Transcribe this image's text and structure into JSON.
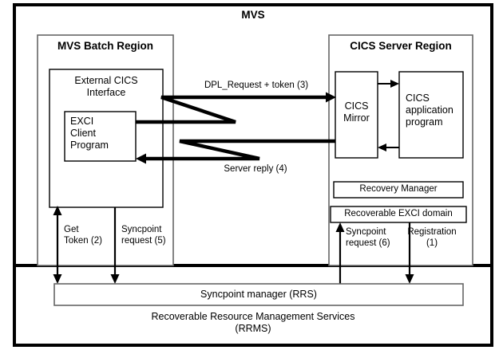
{
  "diagram": {
    "title": "MVS",
    "regions": {
      "batch": {
        "title": "MVS Batch Region",
        "interface_box": "External CICS\nInterface",
        "client_box": "EXCI\nClient\nProgram"
      },
      "cics": {
        "title": "CICS Server Region",
        "mirror_box": "CICS\nMirror",
        "application_box": "CICS\napplication\nprogram",
        "recovery_manager_box": "Recovery Manager",
        "recoverable_exci_box": "Recoverable EXCI domain"
      },
      "rrms": {
        "syncpoint_manager_box": "Syncpoint manager (RRS)",
        "caption": "Recoverable Resource Management Services\n(RRMS)"
      }
    },
    "flow_labels": {
      "dpl_request": "DPL_Request + token (3)",
      "server_reply": "Server reply (4)",
      "get_token": "Get\nToken (2)",
      "syncpoint_request_5": "Syncpoint\nrequest (5)",
      "syncpoint_request_6": "Syncpoint\nrequest (6)",
      "registration": "Registration\n(1)"
    },
    "colors": {
      "stroke": "#000000",
      "thin_stroke": "#4d4d4d",
      "background": "#ffffff"
    }
  }
}
